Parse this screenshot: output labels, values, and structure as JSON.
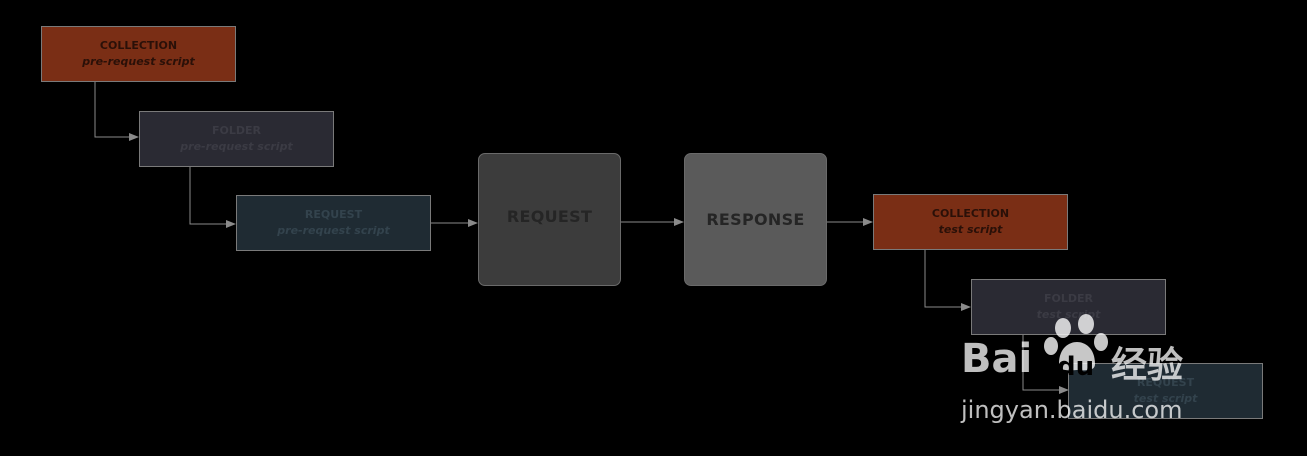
{
  "colors": {
    "background": "#000000",
    "collection_fill": "#7a2e15",
    "collection_text": "#2a1008",
    "folder_fill": "#2a2a33",
    "folder_text": "#3b3b44",
    "request_script_fill": "#1f2b33",
    "request_script_text": "#33434d",
    "request_box_fill": "#3c3c3c",
    "response_box_fill": "#5a5a5a",
    "big_box_text": "#252525",
    "connector": "#8a8a8a"
  },
  "nodes": {
    "pre_collection": {
      "title": "COLLECTION",
      "subtitle": "pre-request script"
    },
    "pre_folder": {
      "title": "FOLDER",
      "subtitle": "pre-request script"
    },
    "pre_request": {
      "title": "REQUEST",
      "subtitle": "pre-request script"
    },
    "request": {
      "label": "REQUEST"
    },
    "response": {
      "label": "RESPONSE"
    },
    "test_collection": {
      "title": "COLLECTION",
      "subtitle": "test script"
    },
    "test_folder": {
      "title": "FOLDER",
      "subtitle": "test script"
    },
    "test_request": {
      "title": "REQUEST",
      "subtitle": "test script"
    }
  },
  "watermark": {
    "logo_text_left": "Bai",
    "logo_text_mid": "du",
    "logo_text_cn": "经验",
    "url": "jingyan.baidu.com",
    "icon": "paw-icon"
  }
}
